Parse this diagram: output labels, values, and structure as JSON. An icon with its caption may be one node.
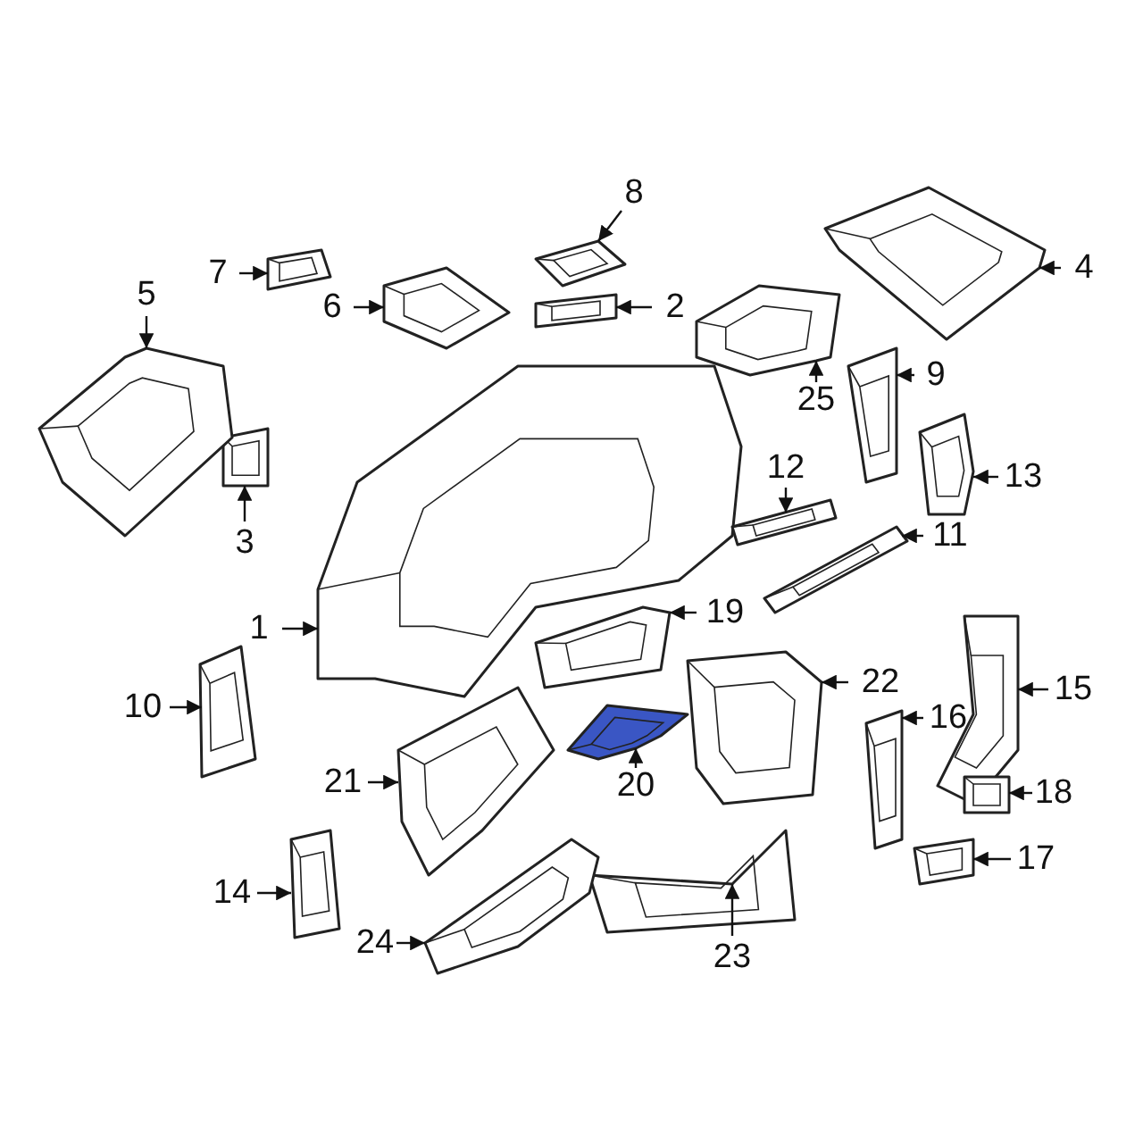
{
  "diagram": {
    "nodes": [
      {
        "text": [
          "1"
        ]
      },
      {
        "text": [
          "2"
        ]
      },
      {
        "text": [
          "3"
        ]
      },
      {
        "text": [
          "4"
        ]
      },
      {
        "text": [
          "5"
        ]
      },
      {
        "text": [
          "6"
        ]
      },
      {
        "text": [
          "7"
        ]
      },
      {
        "text": [
          "8"
        ]
      },
      {
        "text": [
          "9"
        ]
      },
      {
        "text": [
          "10"
        ]
      },
      {
        "text": [
          "11"
        ]
      },
      {
        "text": [
          "12"
        ]
      },
      {
        "text": [
          "13"
        ]
      },
      {
        "text": [
          "14"
        ]
      },
      {
        "text": [
          "15"
        ]
      },
      {
        "text": [
          "16"
        ]
      },
      {
        "text": [
          "17"
        ]
      },
      {
        "text": [
          "18"
        ]
      },
      {
        "text": [
          "19"
        ]
      },
      {
        "text": [
          "20"
        ]
      },
      {
        "text": [
          "21"
        ]
      },
      {
        "text": [
          "22"
        ]
      },
      {
        "text": [
          "23"
        ]
      },
      {
        "text": [
          "24"
        ]
      },
      {
        "text": [
          "25"
        ]
      },
      {
        "text": [],
        "shape": "picture"
      },
      {
        "text": [],
        "shape": "picture"
      },
      {
        "text": [],
        "shape": "picture"
      },
      {
        "text": [],
        "shape": "picture"
      },
      {
        "text": [],
        "shape": "picture"
      },
      {
        "text": [],
        "shape": "picture"
      },
      {
        "text": [],
        "shape": "picture"
      },
      {
        "text": [],
        "shape": "picture"
      },
      {
        "text": [],
        "shape": "picture"
      },
      {
        "text": [],
        "shape": "picture"
      },
      {
        "text": [],
        "shape": "picture"
      },
      {
        "text": [],
        "shape": "picture"
      },
      {
        "text": [],
        "shape": "picture"
      },
      {
        "text": [],
        "shape": "picture"
      },
      {
        "text": [],
        "shape": "picture"
      },
      {
        "text": [],
        "shape": "picture"
      },
      {
        "text": [],
        "shape": "picture"
      },
      {
        "text": [],
        "shape": "picture"
      },
      {
        "text": [],
        "shape": "picture"
      },
      {
        "text": [],
        "shape": "picture"
      },
      {
        "text": [],
        "shape": "picture"
      },
      {
        "text": [],
        "shape": "picture"
      },
      {
        "text": [],
        "shape": "picture"
      },
      {
        "text": [],
        "shape": "picture"
      },
      {
        "text": [],
        "shape": "picture"
      }
    ],
    "edges": [
      {
        "from": 0,
        "to": 25,
        "arrow": "to"
      },
      {
        "from": 1,
        "to": 26,
        "arrow": "to"
      },
      {
        "from": 2,
        "to": 27,
        "arrow": "to"
      },
      {
        "from": 3,
        "to": 28,
        "arrow": "to"
      },
      {
        "from": 4,
        "to": 29,
        "arrow": "to"
      },
      {
        "from": 5,
        "to": 30,
        "arrow": "to"
      },
      {
        "from": 6,
        "to": 31,
        "arrow": "to"
      },
      {
        "from": 7,
        "to": 32,
        "arrow": "to"
      },
      {
        "from": 8,
        "to": 33,
        "arrow": "to"
      },
      {
        "from": 9,
        "to": 34,
        "arrow": "to"
      },
      {
        "from": 10,
        "to": 35,
        "arrow": "to"
      },
      {
        "from": 11,
        "to": 36,
        "arrow": "to"
      },
      {
        "from": 12,
        "to": 37,
        "arrow": "to"
      },
      {
        "from": 13,
        "to": 38,
        "arrow": "to"
      },
      {
        "from": 14,
        "to": 39,
        "arrow": "to"
      },
      {
        "from": 15,
        "to": 40,
        "arrow": "to"
      },
      {
        "from": 16,
        "to": 41,
        "arrow": "to"
      },
      {
        "from": 17,
        "to": 42,
        "arrow": "to"
      },
      {
        "from": 18,
        "to": 43,
        "arrow": "to"
      },
      {
        "from": 19,
        "to": 44,
        "arrow": "to"
      },
      {
        "from": 20,
        "to": 45,
        "arrow": "to"
      },
      {
        "from": 21,
        "to": 46,
        "arrow": "to"
      },
      {
        "from": 22,
        "to": 47,
        "arrow": "to"
      },
      {
        "from": 23,
        "to": 48,
        "arrow": "to"
      },
      {
        "from": 24,
        "to": 49,
        "arrow": "to"
      }
    ]
  }
}
